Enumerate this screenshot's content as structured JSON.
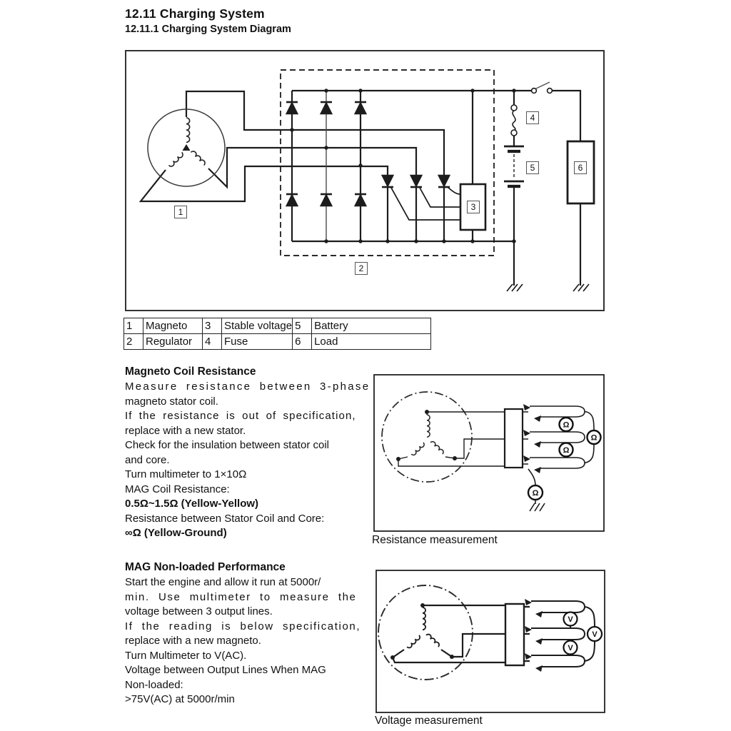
{
  "page": {
    "title": "12.11 Charging System",
    "subtitle": "12.11.1 Charging System Diagram"
  },
  "legend": {
    "rows": [
      [
        "1",
        "Magneto",
        "3",
        "Stable voltage",
        "5",
        "Battery"
      ],
      [
        "2",
        "Regulator",
        "4",
        "Fuse",
        "6",
        "Load"
      ]
    ]
  },
  "sections": [
    {
      "heading": "Magneto Coil Resistance",
      "lines": [
        "Measure resistance between 3-phase",
        "magneto stator coil.",
        "If the resistance is out of specification,",
        "replace with a new stator.",
        "Check for the insulation between stator coil",
        "and core.",
        "Turn multimeter to 1×10Ω",
        "MAG Coil Resistance:",
        "0.5Ω~1.5Ω (Yellow-Yellow)",
        "Resistance between Stator Coil and Core:",
        "∞Ω (Yellow-Ground)"
      ]
    },
    {
      "heading": "MAG Non-loaded Performance",
      "lines": [
        "Start the engine and allow it run at 5000r/",
        "min. Use multimeter to measure the",
        "voltage between 3 output lines.",
        "If the reading is below specification,",
        "replace with a new magneto.",
        "Turn Multimeter to V(AC).",
        "Voltage between Output Lines When MAG",
        "Non-loaded:",
        ">75V(AC) at 5000r/min"
      ]
    }
  ],
  "figures": {
    "main": {
      "labels": [
        "1",
        "2",
        "3",
        "4",
        "5",
        "6"
      ]
    },
    "resistance": {
      "caption": "Resistance measurement",
      "meter_symbol": "Ω"
    },
    "voltage": {
      "caption": "Voltage measurement",
      "meter_symbol": "V"
    }
  },
  "colors": {
    "ink": "#111111",
    "line": "#1c1c1c",
    "paper": "#ffffff"
  }
}
